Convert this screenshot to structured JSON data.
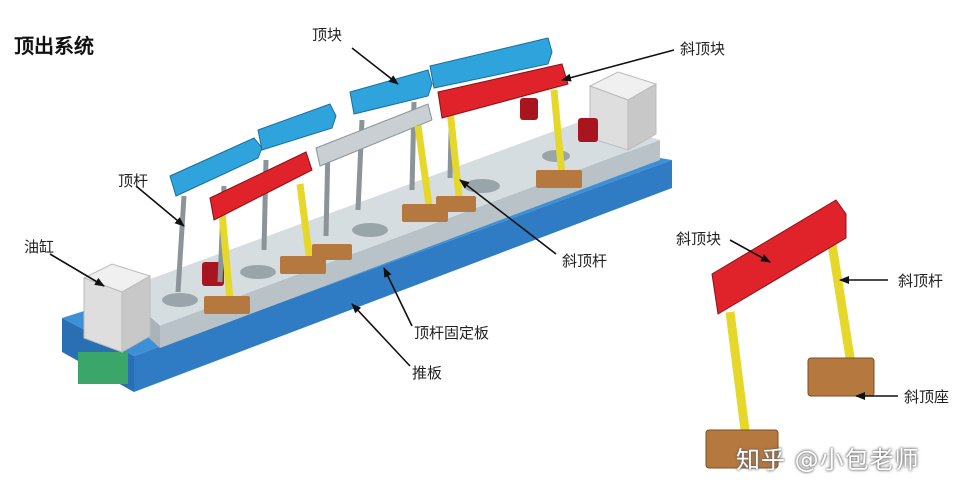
{
  "title": "顶出系统",
  "labels": {
    "ding_kuai": "顶块",
    "xie_ding_kuai_top": "斜顶块",
    "ding_gan": "顶杆",
    "you_gang": "油缸",
    "xie_ding_gan_main": "斜顶杆",
    "ding_gan_gu_ding_ban": "顶杆固定板",
    "tui_ban": "推板",
    "xie_ding_kuai_detail": "斜顶块",
    "xie_ding_gan_detail": "斜顶杆",
    "xie_ding_zuo": "斜顶座"
  },
  "watermark": "知乎 @小包老师",
  "colors": {
    "push_plate": "#3d8fd6",
    "fixing_plate": "#cfd8dc",
    "ejector_block": "#2fa3dc",
    "lifter_block": "#e0222a",
    "lifter_rod": "#f2e530",
    "lifter_seat": "#b5793f",
    "cylinder": "#e4e4e4"
  }
}
